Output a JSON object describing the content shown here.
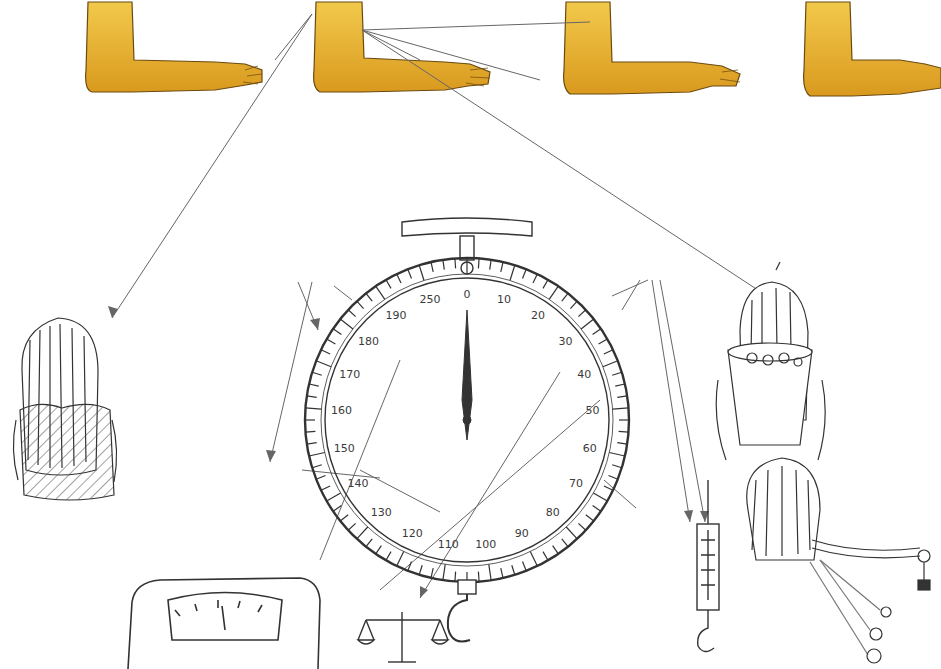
{
  "diagram": {
    "labels": [
      "0",
      "10",
      "20",
      "30",
      "40",
      "50",
      "60",
      "70",
      "80",
      "90",
      "100",
      "110",
      "120",
      "130",
      "140",
      "150",
      "160",
      "170",
      "180",
      "190",
      "250"
    ]
  }
}
